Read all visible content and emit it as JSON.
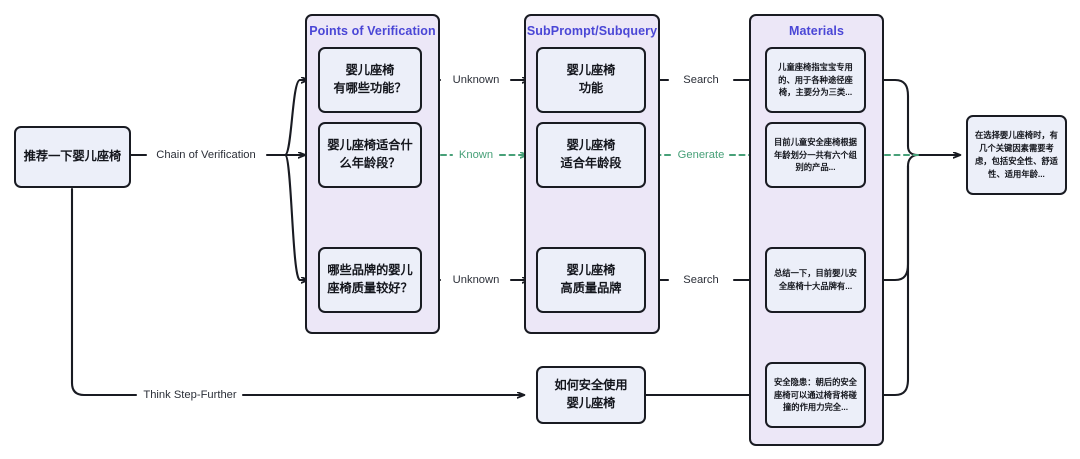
{
  "diagram": {
    "title": "Chain of Verification workflow",
    "colors": {
      "lane_fill": "#ece7f7",
      "node_fill": "#eceff9",
      "stroke": "#191b22",
      "lane_title": "#4a46d6",
      "known_green": "#47a078",
      "label_text": "#2b2f38"
    },
    "source_node": {
      "id": "source-prompt",
      "label": "推荐一下婴儿座椅"
    },
    "lanes": [
      {
        "id": "points-of-verification",
        "title": "Points of Verification",
        "nodes": [
          {
            "id": "pov-1",
            "label": "婴儿座椅\n有哪些功能？"
          },
          {
            "id": "pov-2",
            "label": "婴儿座椅适合什\n么年龄段？"
          },
          {
            "id": "pov-3",
            "label": "哪些品牌的婴儿\n座椅质量较好？"
          }
        ]
      },
      {
        "id": "subprompt-subquery",
        "title": "SubPrompt/Subquery",
        "nodes": [
          {
            "id": "sub-1",
            "label": "婴儿座椅\n功能"
          },
          {
            "id": "sub-2",
            "label": "婴儿座椅\n适合年龄段"
          },
          {
            "id": "sub-3",
            "label": "婴儿座椅\n高质量品牌"
          }
        ]
      },
      {
        "id": "materials",
        "title": "Materials",
        "nodes": [
          {
            "id": "mat-1",
            "label": "儿童座椅指宝宝专用的、用于各种途径座椅，主要分为三类..."
          },
          {
            "id": "mat-2",
            "label": "目前儿童安全座椅根据年龄划分一共有六个组别的产品..."
          },
          {
            "id": "mat-3",
            "label": "总结一下，目前婴儿安全座椅十大品牌有..."
          },
          {
            "id": "mat-4",
            "label": "安全隐患：朝后的安全座椅可以通过椅背将碰撞的作用力完全..."
          }
        ]
      }
    ],
    "standalone_nodes": [
      {
        "id": "step-further-subprompt",
        "label": "如何安全使用\n婴儿座椅"
      },
      {
        "id": "final-answer",
        "label": "在选择婴儿座椅时，有几个关键因素需要考虑，包括安全性、舒适性、适用年龄..."
      }
    ],
    "edge_labels": {
      "chain_of_verification": "Chain of Verification",
      "think_step_further": "Think Step-Further",
      "unknown_1": "Unknown",
      "known": "Known",
      "unknown_2": "Unknown",
      "search_1": "Search",
      "generate": "Generate",
      "search_2": "Search"
    }
  }
}
